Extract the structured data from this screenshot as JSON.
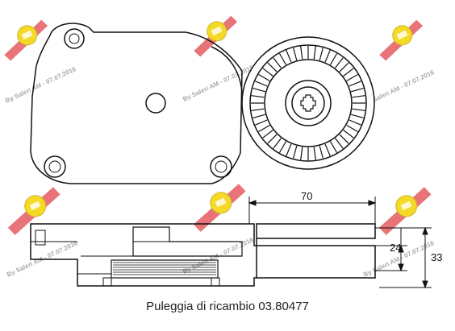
{
  "caption": "Puleggia di ricambio 03.80477",
  "watermark": {
    "text": "By Saleri AM - 07.07.2016",
    "accent_color": "#d9242b",
    "badge_color": "#f2d400"
  },
  "dimensions": {
    "width_label": "70",
    "inner_height_label": "24",
    "outer_height_label": "33"
  }
}
